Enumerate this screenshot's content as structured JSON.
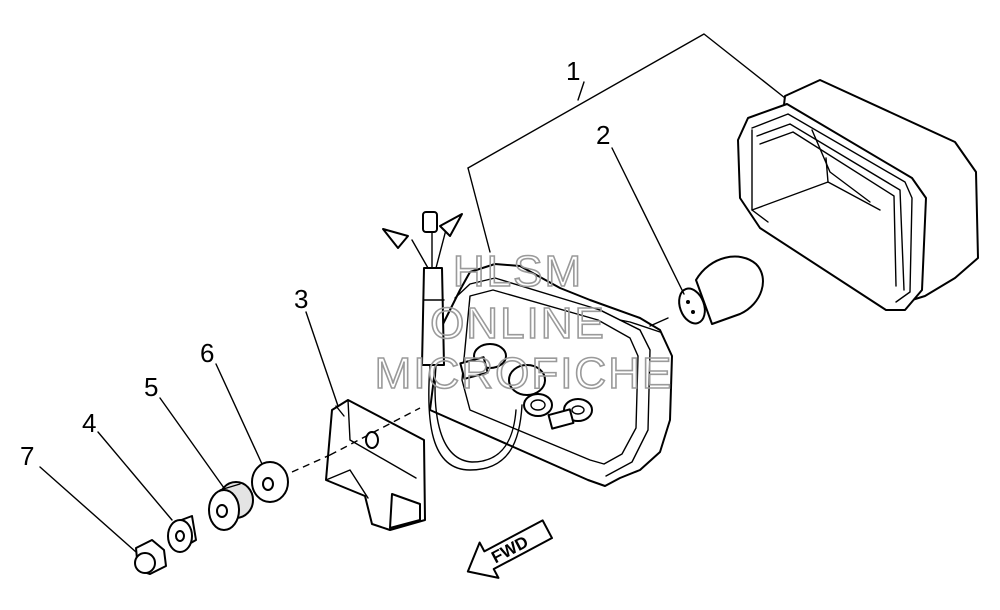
{
  "callouts": [
    {
      "id": "1",
      "label": "1"
    },
    {
      "id": "2",
      "label": "2"
    },
    {
      "id": "3",
      "label": "3"
    },
    {
      "id": "4",
      "label": "4"
    },
    {
      "id": "5",
      "label": "5"
    },
    {
      "id": "6",
      "label": "6"
    },
    {
      "id": "7",
      "label": "7"
    }
  ],
  "direction_arrow": {
    "label": "FWD"
  },
  "watermark": {
    "lines": [
      "HLSM",
      "ONLINE",
      "MICROFICHE"
    ]
  }
}
